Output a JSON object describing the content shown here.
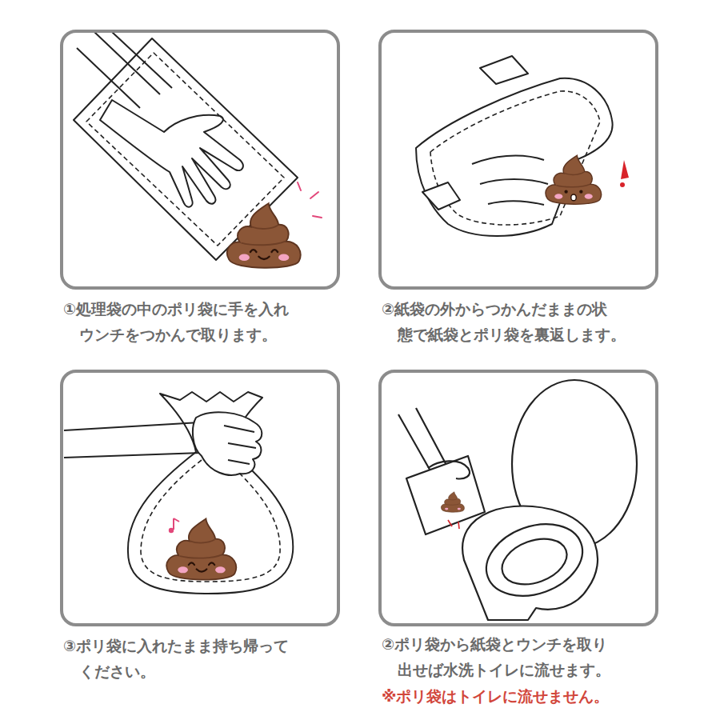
{
  "diagram": {
    "nodes": [
      {
        "text": [
          "①処理袋の中のポリ袋に手を入れ ウンチをつかんで取ります。"
        ]
      },
      {
        "text": [
          "②紙袋の外からつかんだままの状 態で紙袋とポリ袋を裏返します。"
        ]
      },
      {
        "text": [
          "③ポリ袋に入れたまま持ち帰って ください。"
        ]
      },
      {
        "text": [
          "②ポリ袋から紙袋とウンチを取り 出せば水洗トイレに流せます。",
          "※ポリ袋はトイレに流せません。"
        ]
      }
    ]
  }
}
